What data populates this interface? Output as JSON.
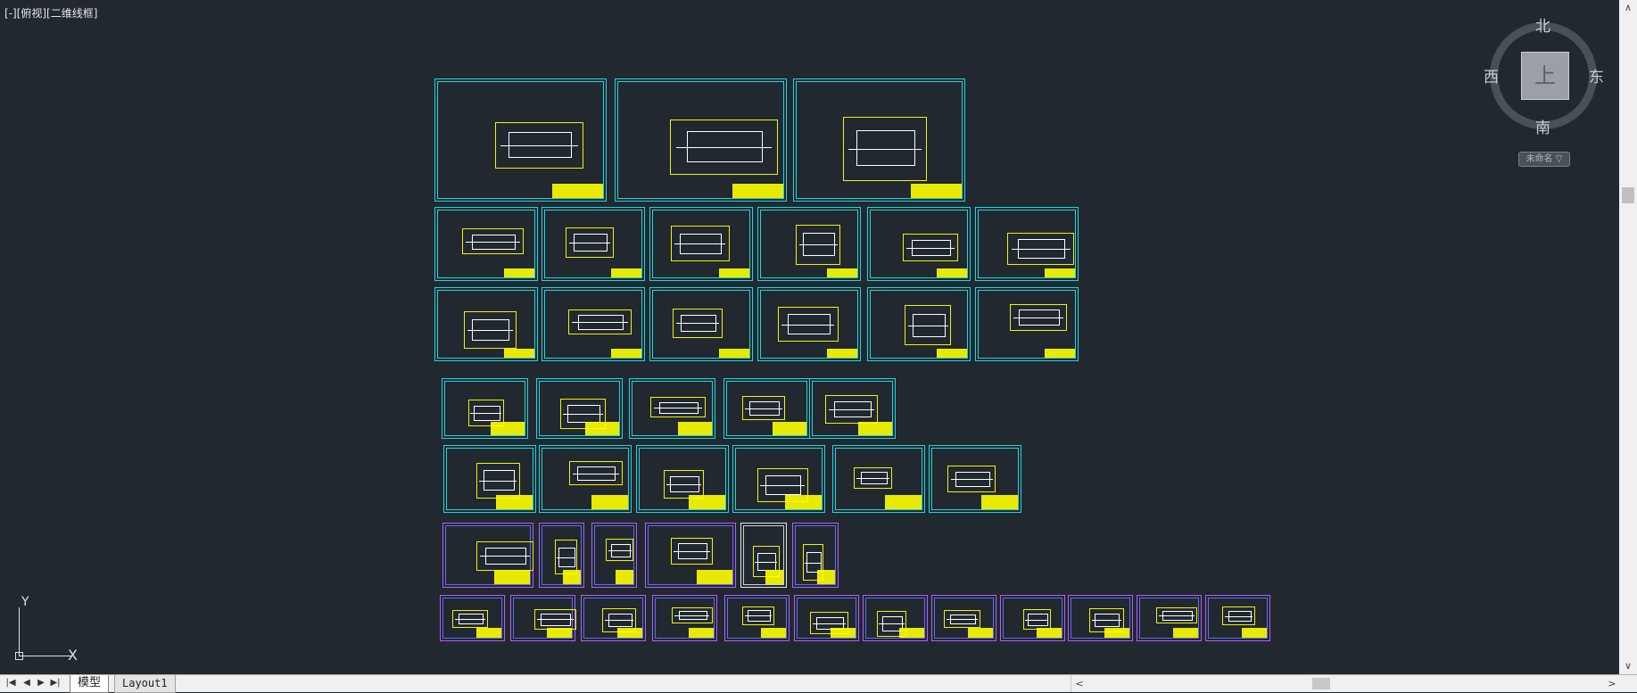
{
  "viewport": {
    "label": "[-][俯视][二维线框]"
  },
  "viewcube": {
    "north": "北",
    "south": "南",
    "west": "西",
    "east": "东",
    "face": "上",
    "ucs_label": "未命名 ▽"
  },
  "ucs_icon": {
    "y_label": "Y",
    "x_label": "X"
  },
  "tabs": {
    "model": "模型",
    "layout": "Layout1"
  },
  "nav_icons": [
    "first-tab-icon",
    "prev-tab-icon",
    "next-tab-icon",
    "last-tab-icon"
  ],
  "colors": {
    "background": "#212830",
    "frame": "#1ed7e0",
    "geometry": "#ffff00",
    "frame_alt": "#b95ef0"
  }
}
